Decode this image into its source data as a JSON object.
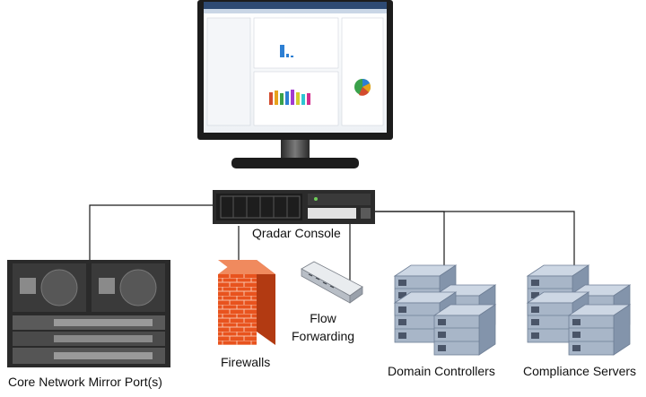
{
  "nodes": {
    "console": {
      "label": "Qradar Console"
    },
    "core_network": {
      "label": "Core Network Mirror Port(s)"
    },
    "firewalls": {
      "label": "Firewalls"
    },
    "flow_forwarding": {
      "line1": "Flow",
      "line2": "Forwarding"
    },
    "domain_controllers": {
      "label": "Domain Controllers"
    },
    "compliance_servers": {
      "label": "Compliance Servers"
    }
  },
  "colors": {
    "connector": "#1a1a1a",
    "firewall_brick": "#e8531e",
    "server_face": "#a8b6c8",
    "server_top": "#cdd7e4",
    "server_side": "#8394ab",
    "monitor_bezel": "#1c1c1c"
  },
  "icons": {
    "monitor": "monitor-icon",
    "console": "rack-server-icon",
    "core_network": "network-chassis-icon",
    "firewalls": "firewall-icon",
    "flow_forwarding": "network-switch-icon",
    "domain_controllers": "server-cluster-icon",
    "compliance_servers": "server-cluster-icon"
  }
}
